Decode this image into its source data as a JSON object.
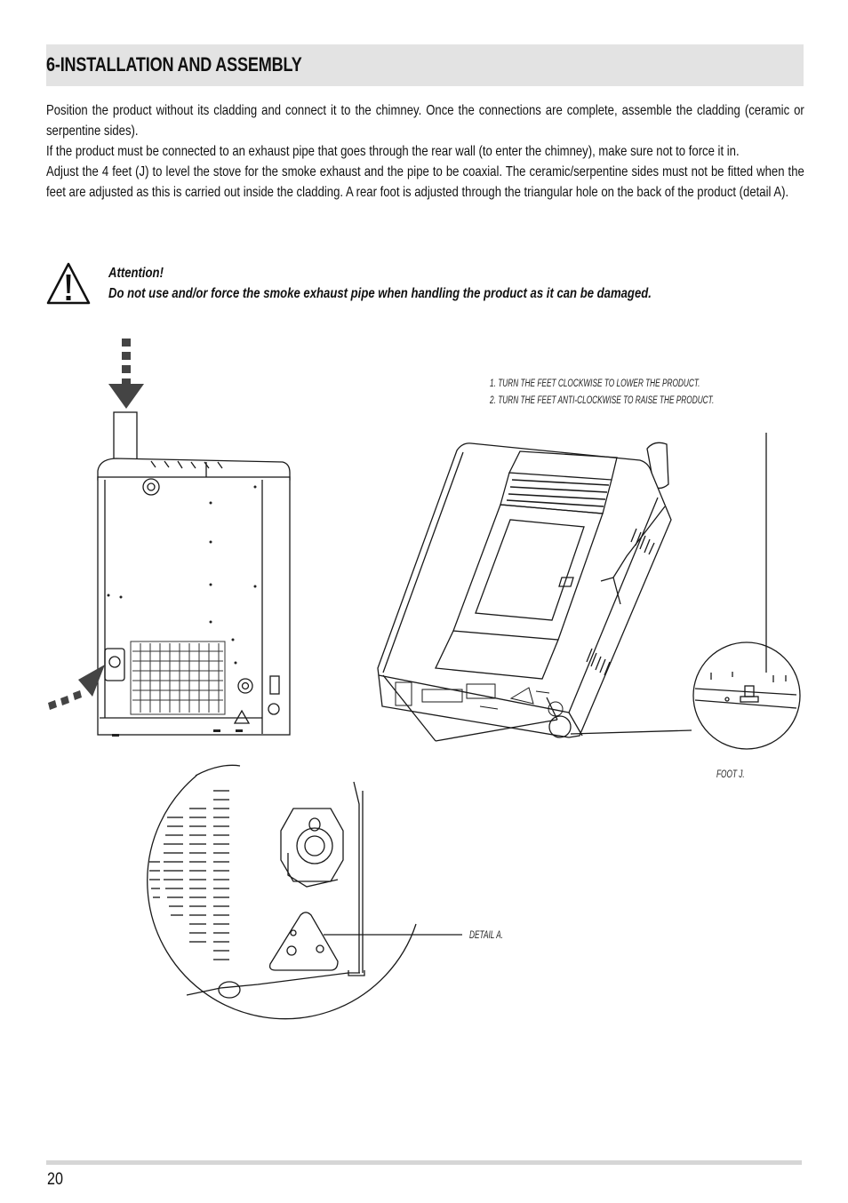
{
  "section": {
    "title": "6-INSTALLATION AND ASSEMBLY"
  },
  "body": {
    "paragraph_1": "Position the product without its cladding and connect it to the chimney. Once the connections are complete, assemble the cladding (ceramic or serpentine sides).",
    "paragraph_2": "If the product must be connected to an exhaust pipe that goes through the rear wall (to enter the chimney), make sure not to force it in.",
    "paragraph_3": "Adjust the 4 feet (J) to level the stove for the smoke exhaust and the pipe to be coaxial. The ceramic/serpentine sides must not be fitted when the feet are adjusted as this is carried out inside the cladding. A rear foot is adjusted through the triangular hole on the back of the product (detail A)."
  },
  "warning": {
    "icon": "warning-triangle-icon",
    "title": "Attention!",
    "text": "Do not use and/or force the smoke exhaust pipe when handling the product as it can be damaged."
  },
  "instructions": [
    "1. TURN THE FEET CLOCKWISE TO LOWER THE PRODUCT.",
    "2. TURN THE FEET ANTI-CLOCKWISE TO RAISE THE PRODUCT."
  ],
  "captions": {
    "foot": "FOOT J.",
    "detail": "DETAIL A."
  },
  "footer": {
    "page_number": "20"
  }
}
